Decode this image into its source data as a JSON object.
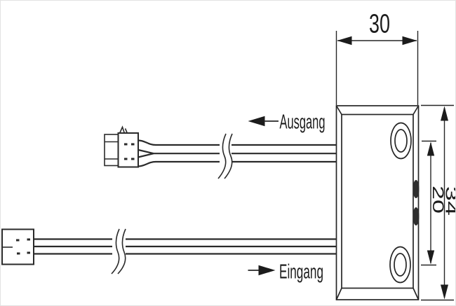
{
  "diagram": {
    "type": "technical-dimension-drawing",
    "labels": {
      "output": "Ausgang",
      "input": "Eingang"
    },
    "dimensions": {
      "body_width": "30",
      "body_height": "34",
      "hole_spacing": "20"
    },
    "colors": {
      "line": "#262626",
      "arrow_fill": "#1c1c1c",
      "port_fill": "#2e2e2e",
      "background": "#ffffff"
    }
  }
}
